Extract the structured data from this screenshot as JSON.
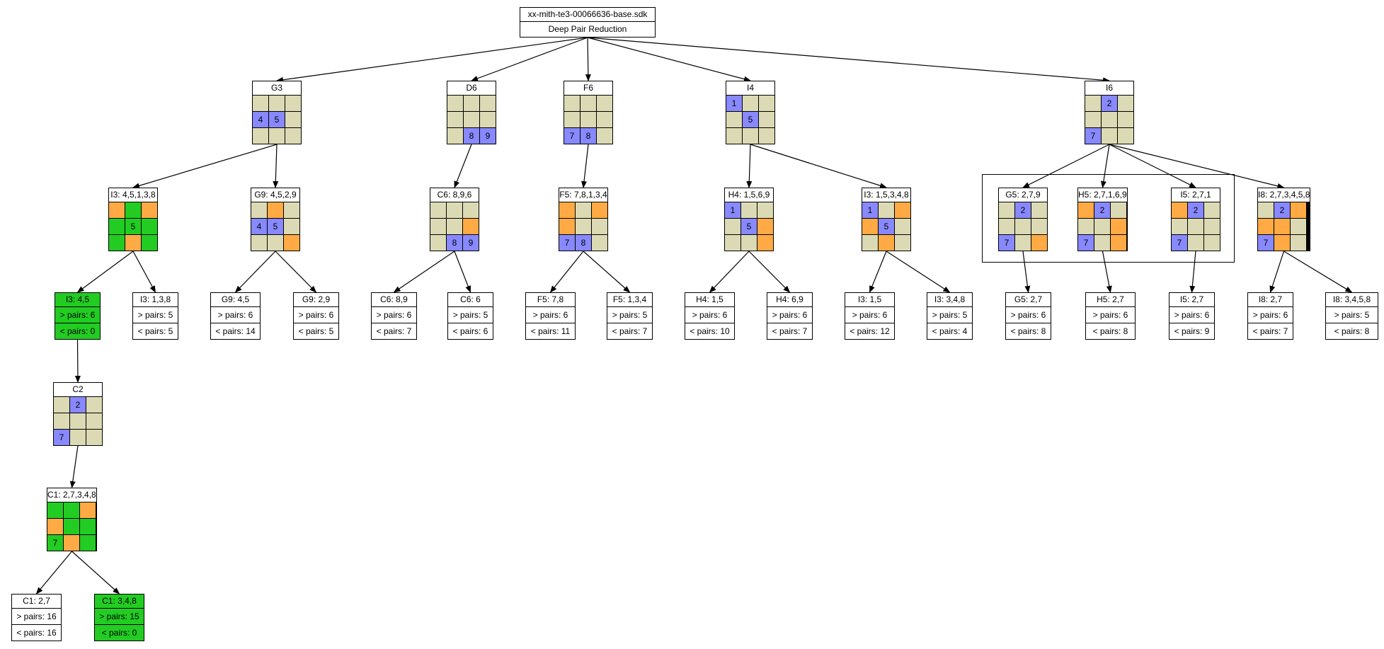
{
  "colors": {
    "beige": "#dcdab4",
    "blue": "#8888ff",
    "orange": "#ffaa44",
    "green": "#22cc22",
    "white": "#ffffff",
    "edge": "#000000"
  },
  "root": {
    "file": "xx-mith-te3-00066636-base.sdk",
    "title": "Deep Pair Reduction"
  },
  "grids": [
    {
      "id": "G3",
      "label": "G3",
      "cells": [
        "b",
        "b",
        "b",
        "B4",
        "B5",
        "b",
        "b",
        "b",
        "b"
      ]
    },
    {
      "id": "D6",
      "label": "D6",
      "cells": [
        "b",
        "b",
        "b",
        "b",
        "b",
        "b",
        "b",
        "B8",
        "B9"
      ]
    },
    {
      "id": "F6",
      "label": "F6",
      "cells": [
        "b",
        "b",
        "b",
        "b",
        "b",
        "b",
        "B7",
        "B8",
        "b"
      ]
    },
    {
      "id": "I4",
      "label": "I4",
      "cells": [
        "B1",
        "b",
        "b",
        "b",
        "B5",
        "b",
        "b",
        "b",
        "b"
      ]
    },
    {
      "id": "I6",
      "label": "I6",
      "cells": [
        "b",
        "B2",
        "b",
        "b",
        "b",
        "b",
        "B7",
        "b",
        "b"
      ]
    },
    {
      "id": "I3a",
      "label": "I3: 4,5,1,3,8",
      "cells": [
        "o",
        "g",
        "o",
        "g",
        "G5",
        "g",
        "g",
        "o",
        "g"
      ]
    },
    {
      "id": "G9a",
      "label": "G9: 4,5,2,9",
      "cells": [
        "b",
        "o",
        "b",
        "B4",
        "B5",
        "b",
        "b",
        "b",
        "o"
      ]
    },
    {
      "id": "C6a",
      "label": "C6: 8,9,6",
      "cells": [
        "b",
        "b",
        "b",
        "b",
        "b",
        "o",
        "b",
        "B8",
        "B9"
      ]
    },
    {
      "id": "F5a",
      "label": "F5: 7,8,1,3,4",
      "cells": [
        "o",
        "b",
        "o",
        "o",
        "b",
        "b",
        "B7",
        "B8",
        "b"
      ]
    },
    {
      "id": "H4a",
      "label": "H4: 1,5,6,9",
      "cells": [
        "B1",
        "b",
        "b",
        "b",
        "B5",
        "o",
        "b",
        "b",
        "o"
      ]
    },
    {
      "id": "I3b",
      "label": "I3: 1,5,3,4,8",
      "cells": [
        "B1",
        "b",
        "o",
        "o",
        "B5",
        "b",
        "b",
        "o",
        "b"
      ]
    },
    {
      "id": "G5a",
      "label": "G5: 2,7,9",
      "cells": [
        "b",
        "B2",
        "b",
        "b",
        "b",
        "b",
        "B7",
        "b",
        "o"
      ]
    },
    {
      "id": "H5a",
      "label": "H5: 2,7,1,6,9",
      "cells": [
        "o",
        "B2",
        "b",
        "b",
        "b",
        "o",
        "B7",
        "b",
        "o"
      ]
    },
    {
      "id": "I5a",
      "label": "I5: 2,7,1",
      "cells": [
        "o",
        "B2",
        "b",
        "b",
        "b",
        "b",
        "B7",
        "b",
        "b"
      ]
    },
    {
      "id": "I8a",
      "label": "I8: 2,7,3,4,5,8",
      "cells": [
        "b",
        "B2",
        "o",
        "o",
        "o",
        "b",
        "B7",
        "o",
        "b"
      ]
    },
    {
      "id": "C2",
      "label": "C2",
      "cells": [
        "b",
        "B2",
        "b",
        "b",
        "b",
        "b",
        "B7",
        "b",
        "b"
      ]
    },
    {
      "id": "C1a",
      "label": "C1: 2,7,3,4,8",
      "cells": [
        "g",
        "g",
        "o",
        "o",
        "g",
        "g",
        "G7",
        "o",
        "g"
      ]
    }
  ],
  "pairs": [
    {
      "id": "I3_45",
      "label": "I3: 4,5",
      "gt": "> pairs: 6",
      "lt": "< pairs: 0",
      "highlight": true
    },
    {
      "id": "I3_138",
      "label": "I3: 1,3,8",
      "gt": "> pairs: 5",
      "lt": "< pairs: 5",
      "highlight": false
    },
    {
      "id": "G9_45",
      "label": "G9: 4,5",
      "gt": "> pairs: 6",
      "lt": "< pairs: 14",
      "highlight": false
    },
    {
      "id": "G9_29",
      "label": "G9: 2,9",
      "gt": "> pairs: 6",
      "lt": "< pairs: 5",
      "highlight": false
    },
    {
      "id": "C6_89",
      "label": "C6: 8,9",
      "gt": "> pairs: 6",
      "lt": "< pairs: 7",
      "highlight": false
    },
    {
      "id": "C6_6",
      "label": "C6: 6",
      "gt": "> pairs: 5",
      "lt": "< pairs: 6",
      "highlight": false
    },
    {
      "id": "F5_78",
      "label": "F5: 7,8",
      "gt": "> pairs: 6",
      "lt": "< pairs: 11",
      "highlight": false
    },
    {
      "id": "F5_134",
      "label": "F5: 1,3,4",
      "gt": "> pairs: 5",
      "lt": "< pairs: 7",
      "highlight": false
    },
    {
      "id": "H4_15",
      "label": "H4: 1,5",
      "gt": "> pairs: 6",
      "lt": "< pairs: 10",
      "highlight": false
    },
    {
      "id": "H4_69",
      "label": "H4: 6,9",
      "gt": "> pairs: 6",
      "lt": "< pairs: 7",
      "highlight": false
    },
    {
      "id": "I3_15",
      "label": "I3: 1,5",
      "gt": "> pairs: 6",
      "lt": "< pairs: 12",
      "highlight": false
    },
    {
      "id": "I3_348",
      "label": "I3: 3,4,8",
      "gt": "> pairs: 5",
      "lt": "< pairs: 4",
      "highlight": false
    },
    {
      "id": "G5_27",
      "label": "G5: 2,7",
      "gt": "> pairs: 6",
      "lt": "< pairs: 8",
      "highlight": false
    },
    {
      "id": "H5_27",
      "label": "H5: 2,7",
      "gt": "> pairs: 6",
      "lt": "< pairs: 8",
      "highlight": false
    },
    {
      "id": "I5_27",
      "label": "I5: 2,7",
      "gt": "> pairs: 6",
      "lt": "< pairs: 9",
      "highlight": false
    },
    {
      "id": "I8_27",
      "label": "I8: 2,7",
      "gt": "> pairs: 6",
      "lt": "< pairs: 7",
      "highlight": false
    },
    {
      "id": "I8_3458",
      "label": "I8: 3,4,5,8",
      "gt": "> pairs: 5",
      "lt": "< pairs: 8",
      "highlight": false
    },
    {
      "id": "C1_27",
      "label": "C1: 2,7",
      "gt": "> pairs: 16",
      "lt": "< pairs: 16",
      "highlight": false
    },
    {
      "id": "C1_348",
      "label": "C1: 3,4,8",
      "gt": "> pairs: 15",
      "lt": "< pairs: 0",
      "highlight": true
    }
  ],
  "edges": [
    [
      "root",
      "G3"
    ],
    [
      "root",
      "D6"
    ],
    [
      "root",
      "F6"
    ],
    [
      "root",
      "I4"
    ],
    [
      "root",
      "I6"
    ],
    [
      "G3",
      "I3a"
    ],
    [
      "G3",
      "G9a"
    ],
    [
      "D6",
      "C6a"
    ],
    [
      "F6",
      "F5a"
    ],
    [
      "I4",
      "H4a"
    ],
    [
      "I4",
      "I3b"
    ],
    [
      "I6",
      "G5a"
    ],
    [
      "I6",
      "H5a"
    ],
    [
      "I6",
      "I5a"
    ],
    [
      "I6",
      "I8a"
    ],
    [
      "I3a",
      "I3_45"
    ],
    [
      "I3a",
      "I3_138"
    ],
    [
      "G9a",
      "G9_45"
    ],
    [
      "G9a",
      "G9_29"
    ],
    [
      "C6a",
      "C6_89"
    ],
    [
      "C6a",
      "C6_6"
    ],
    [
      "F5a",
      "F5_78"
    ],
    [
      "F5a",
      "F5_134"
    ],
    [
      "H4a",
      "H4_15"
    ],
    [
      "H4a",
      "H4_69"
    ],
    [
      "I3b",
      "I3_15"
    ],
    [
      "I3b",
      "I3_348"
    ],
    [
      "G5a",
      "G5_27"
    ],
    [
      "H5a",
      "H5_27"
    ],
    [
      "I5a",
      "I5_27"
    ],
    [
      "I8a",
      "I8_27"
    ],
    [
      "I8a",
      "I8_3458"
    ],
    [
      "I3_45",
      "C2"
    ],
    [
      "C2",
      "C1a"
    ],
    [
      "C1a",
      "C1_27"
    ],
    [
      "C1a",
      "C1_348"
    ]
  ]
}
